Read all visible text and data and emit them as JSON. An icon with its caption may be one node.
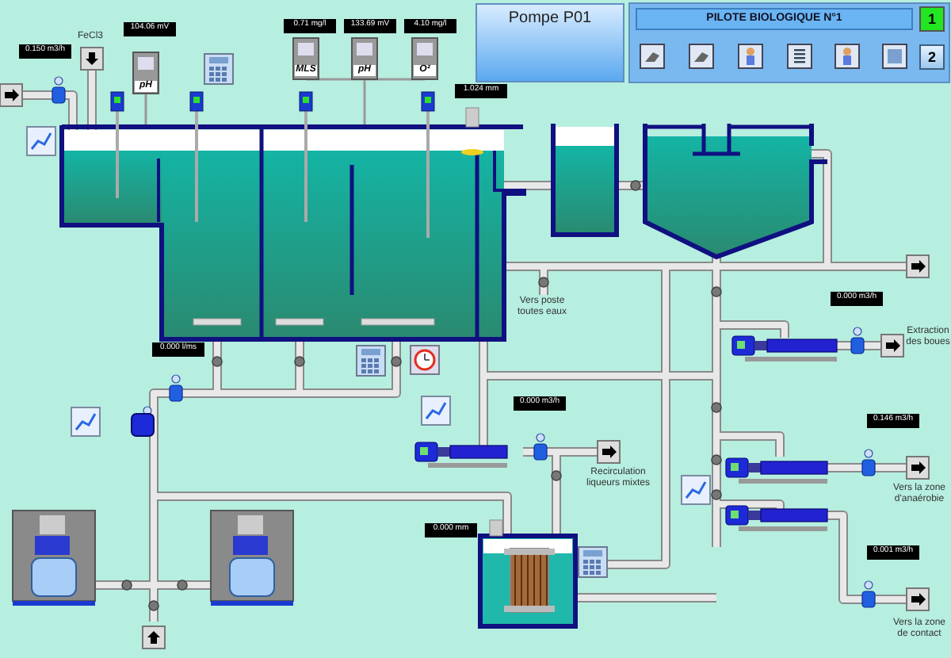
{
  "diagram": {
    "labels": [
      "Pompe P01",
      "PILOTE BIOLOGIQUE N°1",
      "1",
      "2",
      "104.06 mV",
      "0.71 mg/l",
      "133.69 mV",
      "4.10 mg/l",
      "FeCl3",
      "0.150 m3/h",
      "pH",
      "MLS",
      "pH",
      "O²",
      "1.024 mm",
      "0.000 m3/h",
      "Vers poste toutes eaux",
      "Extraction des boues",
      "0.000 l/ms",
      "0.000 m3/h",
      "0.146 m3/h",
      "Recirculation liqueurs mixtes",
      "Vers la zone d'anaérobie",
      "0.000 mm",
      "0.001 m3/h",
      "Vers la zone de contact"
    ]
  }
}
